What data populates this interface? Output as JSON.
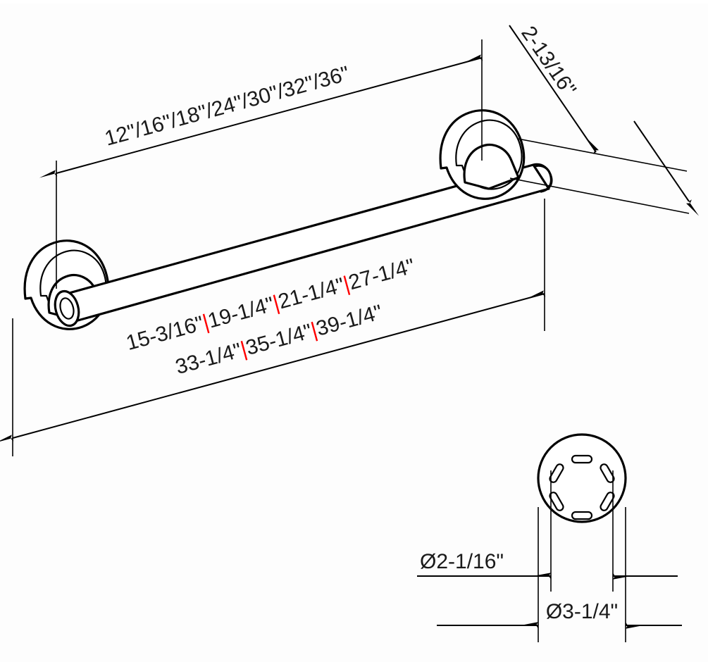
{
  "drawing": {
    "title": "Grab Bar Dimensional Drawing",
    "background_color": "#fdfdfd",
    "line_color": "#000000",
    "accent_color": "#ff0000",
    "text_color": "#1a1a1a",
    "units": "inches"
  },
  "dimensions": {
    "length_options": {
      "name": "bar-length",
      "text": "12\"/16\"/18\"/24\"/30\"/32\"/36\"",
      "values": [
        "12\"",
        "16\"",
        "18\"",
        "24\"",
        "30\"",
        "32\"",
        "36\""
      ],
      "separator": "/"
    },
    "overall_length": {
      "name": "overall-length",
      "line1_parts": [
        "15-3/16\"",
        "19-1/4\"",
        "21-1/4\"",
        "27-1/4\""
      ],
      "line2_parts": [
        "33-1/4\"",
        "35-1/4\"",
        "39-1/4\""
      ],
      "line1_text": "15-3/16\"|19-1/4\"|21-1/4\"|27-1/4\"",
      "line2_text": "33-1/4\"|35-1/4\"|39-1/4\"",
      "separator": "|",
      "separator_color": "#ff0000"
    },
    "standoff": {
      "name": "wall-standoff",
      "text": "2-13/16\""
    },
    "inner_diameter": {
      "name": "flange-bolt-circle-diameter",
      "text": "Ø2-1/16\"",
      "symbol": "Ø",
      "value": "2-1/16\""
    },
    "outer_diameter": {
      "name": "flange-outer-diameter",
      "text": "Ø3-1/4\"",
      "symbol": "Ø",
      "value": "3-1/4\""
    }
  },
  "detail_view": {
    "name": "flange-face-detail",
    "shape": "circle",
    "slot_count": 6,
    "slot_shape": "rounded-rectangle",
    "slot_angles_deg": [
      0,
      60,
      120,
      180,
      240,
      300
    ]
  },
  "part": {
    "type": "grab-bar",
    "components": [
      "tube",
      "left-flange",
      "right-flange",
      "left-collar",
      "right-collar",
      "end-cap"
    ]
  }
}
